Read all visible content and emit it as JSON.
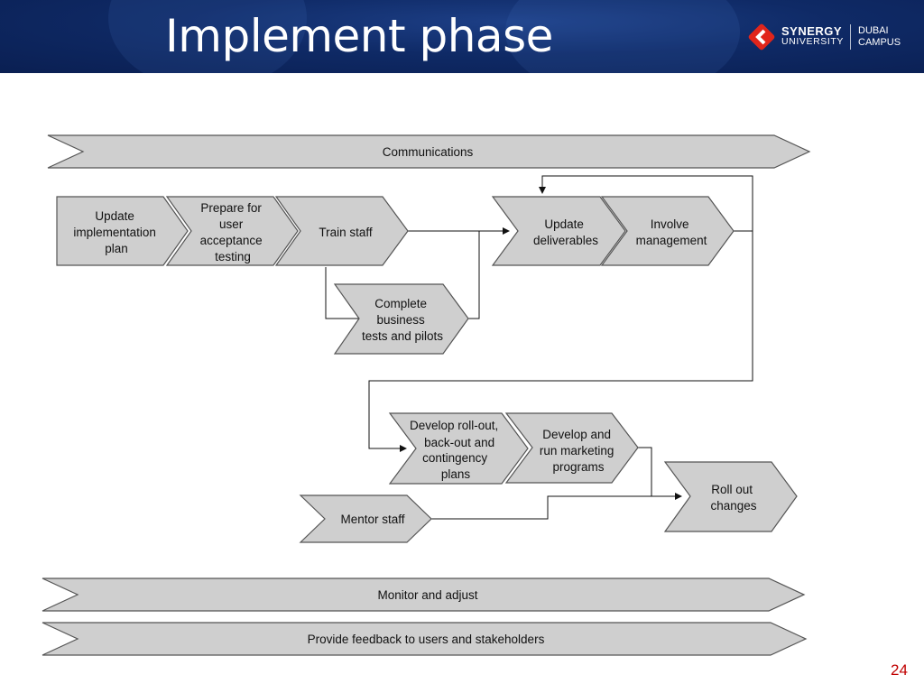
{
  "header": {
    "title": "Implement phase",
    "logo": {
      "name": "SYNERGY",
      "sub": "UNIVERSITY",
      "campus_line1": "DUBAI",
      "campus_line2": "CAMPUS",
      "brand_color": "#e1251b",
      "icon": "chevron-left-icon"
    }
  },
  "diagram": {
    "banners": {
      "communications": "Communications",
      "monitor": "Monitor and adjust",
      "feedback": "Provide feedback to users and stakeholders"
    },
    "steps": {
      "update_plan": [
        "Update",
        "implementation",
        "plan"
      ],
      "prepare_uat": [
        "Prepare for",
        "user",
        "acceptance",
        "testing"
      ],
      "train_staff": [
        "Train staff"
      ],
      "complete_tests": [
        "Complete",
        "business",
        "tests and pilots"
      ],
      "update_deliverables": [
        "Update",
        "deliverables"
      ],
      "involve_management": [
        "Involve",
        "management"
      ],
      "develop_rollout": [
        "Develop roll-out,",
        "back-out and",
        "contingency",
        "plans"
      ],
      "develop_marketing": [
        "Develop and",
        "run marketing",
        "programs"
      ],
      "mentor_staff": [
        "Mentor staff"
      ],
      "roll_out": [
        "Roll out",
        "changes"
      ]
    },
    "colors": {
      "shape_fill": "#cfcfcf",
      "shape_stroke": "#555555"
    }
  },
  "page": {
    "number": "24"
  }
}
